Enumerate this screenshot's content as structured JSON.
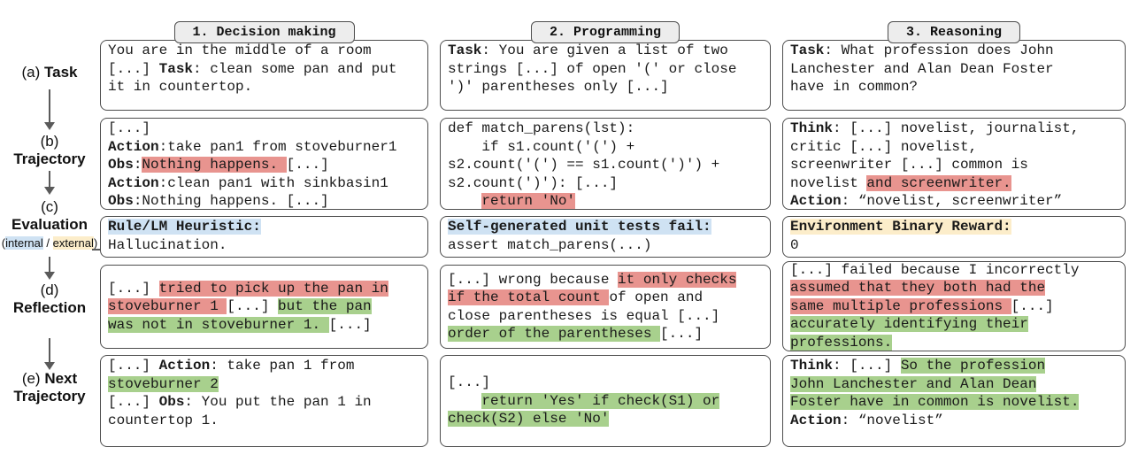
{
  "colors": {
    "red": "#e8948f",
    "green": "#a8d08d",
    "blue": "#cfe2f3",
    "orange": "#fcedca"
  },
  "sidebar": {
    "a": [
      [
        {
          "t": "(a) "
        },
        {
          "t": "Task",
          "b": true
        }
      ]
    ],
    "b": [
      [
        {
          "t": "(b)"
        }
      ],
      [
        {
          "t": "Trajectory",
          "b": true
        }
      ]
    ],
    "c": [
      [
        {
          "t": "(c)"
        }
      ],
      [
        {
          "t": "Evaluation",
          "b": true
        }
      ]
    ],
    "c_sub": [
      [
        {
          "t": "("
        },
        {
          "t": "internal",
          "h": "blue"
        },
        {
          "t": " / "
        },
        {
          "t": "external",
          "h": "orange"
        },
        {
          "t": ")"
        }
      ]
    ],
    "d": [
      [
        {
          "t": "(d)"
        }
      ],
      [
        {
          "t": "Reflection",
          "b": true
        }
      ]
    ],
    "e": [
      [
        {
          "t": "(e) "
        },
        {
          "t": "Next",
          "b": true
        }
      ],
      [
        {
          "t": "Trajectory",
          "b": true
        }
      ]
    ]
  },
  "columns": [
    {
      "header": "1. Decision making",
      "cells": {
        "task": [
          [
            {
              "t": "You are in the middle of a room"
            }
          ],
          [
            {
              "t": "[...] "
            },
            {
              "t": "Task",
              "b": true
            },
            {
              "t": ": clean some pan and put"
            }
          ],
          [
            {
              "t": "it in countertop."
            }
          ]
        ],
        "trajectory": [
          [
            {
              "t": "[...]"
            }
          ],
          [
            {
              "t": "Action",
              "b": true
            },
            {
              "t": ":take pan1 from stoveburner1"
            }
          ],
          [
            {
              "t": "Obs",
              "b": true
            },
            {
              "t": ":"
            },
            {
              "t": "Nothing happens. ",
              "h": "red"
            },
            {
              "t": "[...]"
            }
          ],
          [
            {
              "t": "Action",
              "b": true
            },
            {
              "t": ":clean pan1 with sinkbasin1"
            }
          ],
          [
            {
              "t": "Obs",
              "b": true
            },
            {
              "t": ":Nothing happens. [...]"
            }
          ]
        ],
        "evaluation": [
          [
            {
              "t": "Rule/LM Heuristic:",
              "b": true,
              "h": "blue"
            }
          ],
          [
            {
              "t": "Hallucination."
            }
          ]
        ],
        "reflection": [
          [
            {
              "t": "[...] "
            },
            {
              "t": "tried to pick up the pan in",
              "h": "red"
            }
          ],
          [
            {
              "t": "stoveburner 1 ",
              "h": "red"
            },
            {
              "t": "[...] "
            },
            {
              "t": "but the pan",
              "h": "green"
            }
          ],
          [
            {
              "t": "was not in stoveburner 1. ",
              "h": "green"
            },
            {
              "t": "[...]"
            }
          ]
        ],
        "next_trajectory": [
          [
            {
              "t": "[...] "
            },
            {
              "t": "Action",
              "b": true
            },
            {
              "t": ": take pan 1 from"
            }
          ],
          [
            {
              "t": "stoveburner 2",
              "h": "green"
            }
          ],
          [
            {
              "t": "[...] "
            },
            {
              "t": "Obs",
              "b": true
            },
            {
              "t": ": You put the pan 1 in"
            }
          ],
          [
            {
              "t": "countertop 1."
            }
          ]
        ]
      }
    },
    {
      "header": "2. Programming",
      "cells": {
        "task": [
          [
            {
              "t": "Task",
              "b": true
            },
            {
              "t": ": You are given a list of two"
            }
          ],
          [
            {
              "t": "strings [...] of open '(' or close"
            }
          ],
          [
            {
              "t": "')' parentheses only [...]"
            }
          ]
        ],
        "trajectory": [
          [
            {
              "t": "def match_parens(lst):"
            }
          ],
          [
            {
              "t": "    if s1.count('(') +"
            }
          ],
          [
            {
              "t": "s2.count('(') == s1.count(')') +"
            }
          ],
          [
            {
              "t": "s2.count(')'): [...]"
            }
          ],
          [
            {
              "t": "    "
            },
            {
              "t": "return 'No'",
              "h": "red"
            }
          ]
        ],
        "evaluation": [
          [
            {
              "t": "Self-generated unit tests fail:",
              "b": true,
              "h": "blue"
            }
          ],
          [
            {
              "t": "assert match_parens(...)"
            }
          ]
        ],
        "reflection": [
          [
            {
              "t": "[...] wrong because "
            },
            {
              "t": "it only checks",
              "h": "red"
            }
          ],
          [
            {
              "t": "if the total count ",
              "h": "red"
            },
            {
              "t": "of open and"
            }
          ],
          [
            {
              "t": "close parentheses is equal [...]"
            }
          ],
          [
            {
              "t": "order of the parentheses ",
              "h": "green"
            },
            {
              "t": "[...]"
            }
          ]
        ],
        "next_trajectory": [
          [
            {
              "t": "[...]"
            }
          ],
          [
            {
              "t": "    "
            },
            {
              "t": "return 'Yes' if check(S1) or",
              "h": "green"
            }
          ],
          [
            {
              "t": "check(S2) else 'No'",
              "h": "green"
            }
          ]
        ]
      }
    },
    {
      "header": "3. Reasoning",
      "cells": {
        "task": [
          [
            {
              "t": "Task",
              "b": true
            },
            {
              "t": ": What profession does John"
            }
          ],
          [
            {
              "t": "Lanchester and Alan Dean Foster"
            }
          ],
          [
            {
              "t": "have in common?"
            }
          ]
        ],
        "trajectory": [
          [
            {
              "t": "Think",
              "b": true
            },
            {
              "t": ": [...] novelist, journalist,"
            }
          ],
          [
            {
              "t": "critic [...] novelist,"
            }
          ],
          [
            {
              "t": "screenwriter [...] common is"
            }
          ],
          [
            {
              "t": "novelist "
            },
            {
              "t": "and screenwriter.",
              "h": "red"
            }
          ],
          [
            {
              "t": "Action",
              "b": true
            },
            {
              "t": ": “novelist, screenwriter”"
            }
          ]
        ],
        "evaluation": [
          [
            {
              "t": "Environment Binary Reward:",
              "b": true,
              "h": "orange"
            }
          ],
          [
            {
              "t": "0"
            }
          ]
        ],
        "reflection": [
          [
            {
              "t": "[...] failed because I incorrectly"
            }
          ],
          [
            {
              "t": "assumed that they both had the",
              "h": "red"
            }
          ],
          [
            {
              "t": "same multiple professions ",
              "h": "red"
            },
            {
              "t": "[...]"
            }
          ],
          [
            {
              "t": "accurately identifying their",
              "h": "green"
            }
          ],
          [
            {
              "t": "professions.",
              "h": "green"
            }
          ]
        ],
        "next_trajectory": [
          [
            {
              "t": "Think",
              "b": true
            },
            {
              "t": ": [...] "
            },
            {
              "t": "So the profession",
              "h": "green"
            }
          ],
          [
            {
              "t": "John Lanchester and Alan Dean",
              "h": "green"
            }
          ],
          [
            {
              "t": "Foster have in common is novelist.",
              "h": "green"
            }
          ],
          [
            {
              "t": "Action",
              "b": true
            },
            {
              "t": ": “novelist”"
            }
          ]
        ]
      }
    }
  ]
}
